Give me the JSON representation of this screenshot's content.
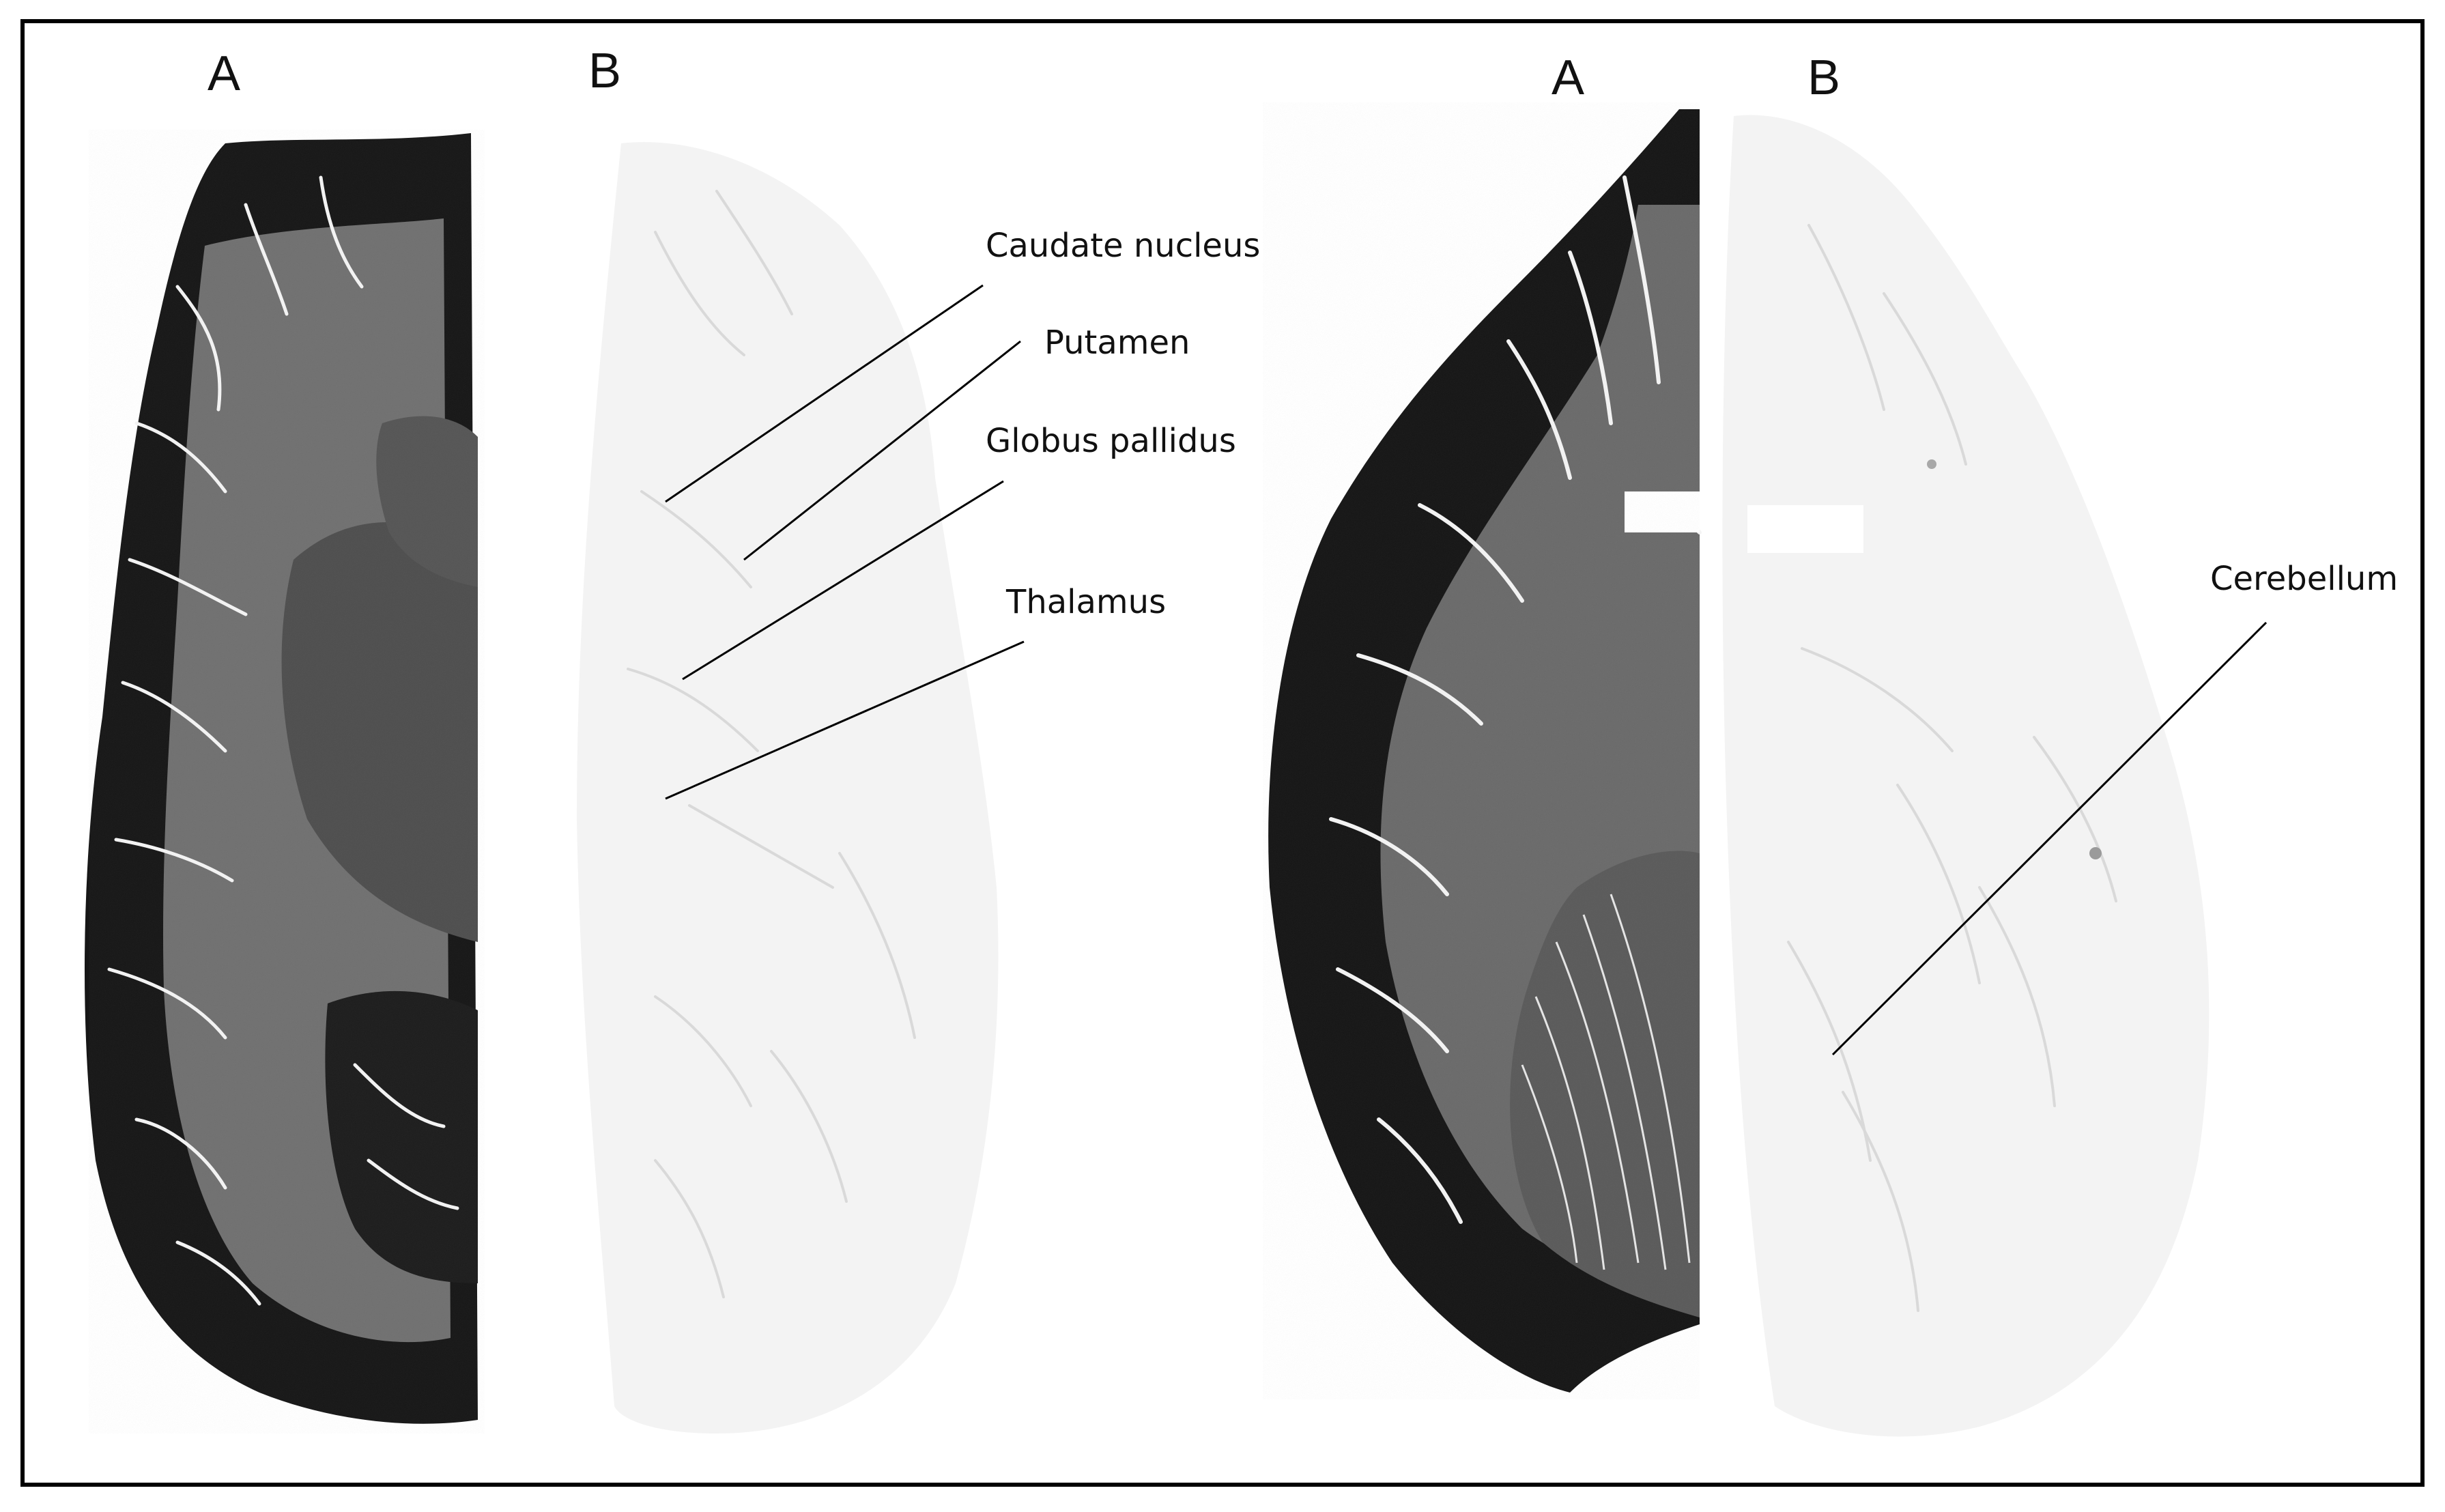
{
  "figure": {
    "left_pair": {
      "panel_a_letter": "A",
      "panel_b_letter": "B",
      "labels": {
        "caudate": "Caudate nucleus",
        "putamen": "Putamen",
        "globus": "Globus pallidus",
        "thalamus": "Thalamus"
      }
    },
    "right_pair": {
      "panel_a_letter": "A",
      "panel_b_letter": "B",
      "labels": {
        "cerebellum": "Cerebellum"
      }
    }
  },
  "colors": {
    "stain_dark": "#141414",
    "white_matter_grey": "#6e6e6e",
    "deep_grey": "#505050",
    "faint_section": "#f2f2f2",
    "faint_lines": "#d6d6d6",
    "leader_line": "#000000"
  }
}
